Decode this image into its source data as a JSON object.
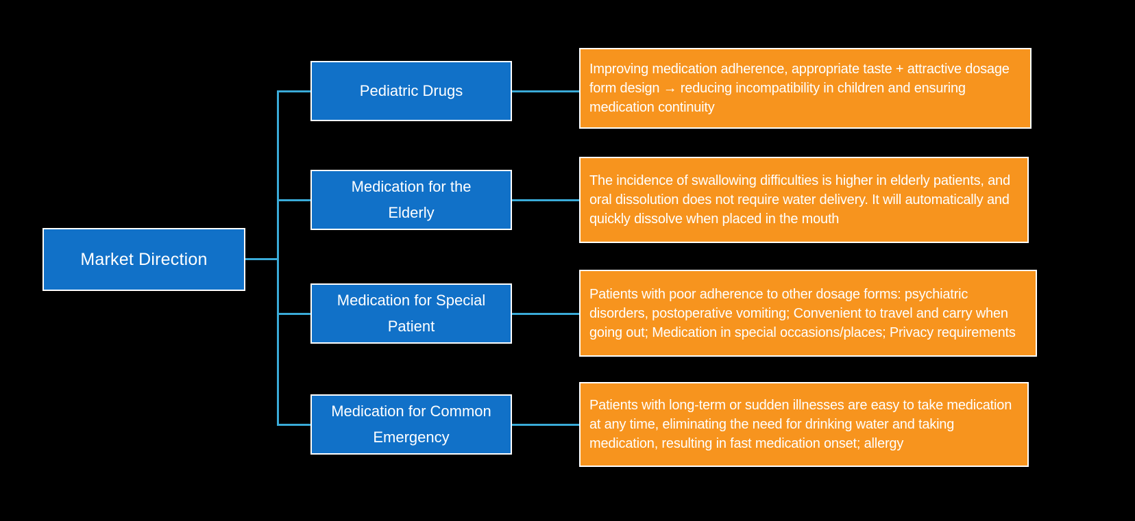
{
  "diagram": {
    "title": "Market Direction mind map",
    "root": {
      "label": "Market Direction"
    },
    "branches": [
      {
        "label": "Pediatric Drugs",
        "description": "Improving medication adherence, appropriate taste + attractive dosage form design → reducing incompatibility in children and ensuring medication continuity"
      },
      {
        "label": "Medication for the Elderly",
        "description": "The incidence of swallowing difficulties is higher in elderly patients, and oral dissolution does not require water delivery. It will automatically and quickly dissolve when placed in the mouth"
      },
      {
        "label": "Medication for Special Patient",
        "description": "Patients with poor adherence to other dosage forms: psychiatric disorders, postoperative vomiting; Convenient to travel and carry when going out; Medication in special occasions/places; Privacy requirements"
      },
      {
        "label": "Medication for Common Emergency",
        "description": "Patients with long-term or sudden illnesses are easy to take medication at any time, eliminating the need for drinking water and taking medication, resulting in fast medication onset; allergy"
      }
    ],
    "colors": {
      "background": "#000000",
      "node_fill": "#1171C8",
      "description_fill": "#F7941E",
      "connector": "#3AABD8",
      "border": "#FFFFFF",
      "text": "#FFFFFF"
    }
  }
}
